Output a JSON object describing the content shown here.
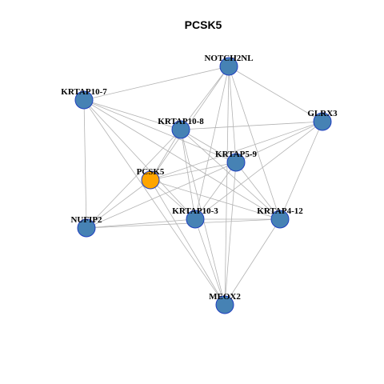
{
  "title": "PCSK5",
  "colors": {
    "default_node": "#4682b4",
    "highlight_node": "#ffa500",
    "node_border": "#1f3fbf",
    "edge": "#b3b3b3"
  },
  "nodes": [
    {
      "id": "NOTCH2NL",
      "label": "NOTCH2NL",
      "highlight": false
    },
    {
      "id": "KRTAP10-7",
      "label": "KRTAP10-7",
      "highlight": false
    },
    {
      "id": "GLRX3",
      "label": "GLRX3",
      "highlight": false
    },
    {
      "id": "KRTAP10-8",
      "label": "KRTAP10-8",
      "highlight": false
    },
    {
      "id": "KRTAP5-9",
      "label": "KRTAP5-9",
      "highlight": false
    },
    {
      "id": "PCSK5",
      "label": "PCSK5",
      "highlight": true
    },
    {
      "id": "NUFIP2",
      "label": "NUFIP2",
      "highlight": false
    },
    {
      "id": "KRTAP10-3",
      "label": "KRTAP10-3",
      "highlight": false
    },
    {
      "id": "KRTAP4-12",
      "label": "KRTAP4-12",
      "highlight": false
    },
    {
      "id": "MEOX2",
      "label": "MEOX2",
      "highlight": false
    }
  ],
  "edges": [
    [
      "NOTCH2NL",
      "KRTAP10-7"
    ],
    [
      "NOTCH2NL",
      "GLRX3"
    ],
    [
      "NOTCH2NL",
      "KRTAP10-8"
    ],
    [
      "NOTCH2NL",
      "KRTAP5-9"
    ],
    [
      "NOTCH2NL",
      "PCSK5"
    ],
    [
      "NOTCH2NL",
      "KRTAP10-3"
    ],
    [
      "NOTCH2NL",
      "KRTAP4-12"
    ],
    [
      "NOTCH2NL",
      "MEOX2"
    ],
    [
      "KRTAP10-7",
      "KRTAP10-8"
    ],
    [
      "KRTAP10-7",
      "KRTAP5-9"
    ],
    [
      "KRTAP10-7",
      "NUFIP2"
    ],
    [
      "KRTAP10-7",
      "KRTAP10-3"
    ],
    [
      "KRTAP10-7",
      "KRTAP4-12"
    ],
    [
      "KRTAP10-7",
      "MEOX2"
    ],
    [
      "GLRX3",
      "KRTAP10-8"
    ],
    [
      "GLRX3",
      "KRTAP5-9"
    ],
    [
      "GLRX3",
      "PCSK5"
    ],
    [
      "GLRX3",
      "KRTAP10-3"
    ],
    [
      "GLRX3",
      "KRTAP4-12"
    ],
    [
      "KRTAP10-8",
      "KRTAP5-9"
    ],
    [
      "KRTAP10-8",
      "PCSK5"
    ],
    [
      "KRTAP10-8",
      "NUFIP2"
    ],
    [
      "KRTAP10-8",
      "KRTAP10-3"
    ],
    [
      "KRTAP10-8",
      "KRTAP4-12"
    ],
    [
      "KRTAP10-8",
      "MEOX2"
    ],
    [
      "KRTAP5-9",
      "PCSK5"
    ],
    [
      "KRTAP5-9",
      "NUFIP2"
    ],
    [
      "KRTAP5-9",
      "KRTAP10-3"
    ],
    [
      "KRTAP5-9",
      "KRTAP4-12"
    ],
    [
      "KRTAP5-9",
      "MEOX2"
    ],
    [
      "PCSK5",
      "NUFIP2"
    ],
    [
      "PCSK5",
      "KRTAP10-3"
    ],
    [
      "PCSK5",
      "KRTAP4-12"
    ],
    [
      "PCSK5",
      "MEOX2"
    ],
    [
      "NUFIP2",
      "KRTAP10-3"
    ],
    [
      "NUFIP2",
      "KRTAP4-12"
    ],
    [
      "KRTAP10-3",
      "KRTAP4-12"
    ],
    [
      "KRTAP10-3",
      "MEOX2"
    ],
    [
      "KRTAP4-12",
      "MEOX2"
    ]
  ]
}
